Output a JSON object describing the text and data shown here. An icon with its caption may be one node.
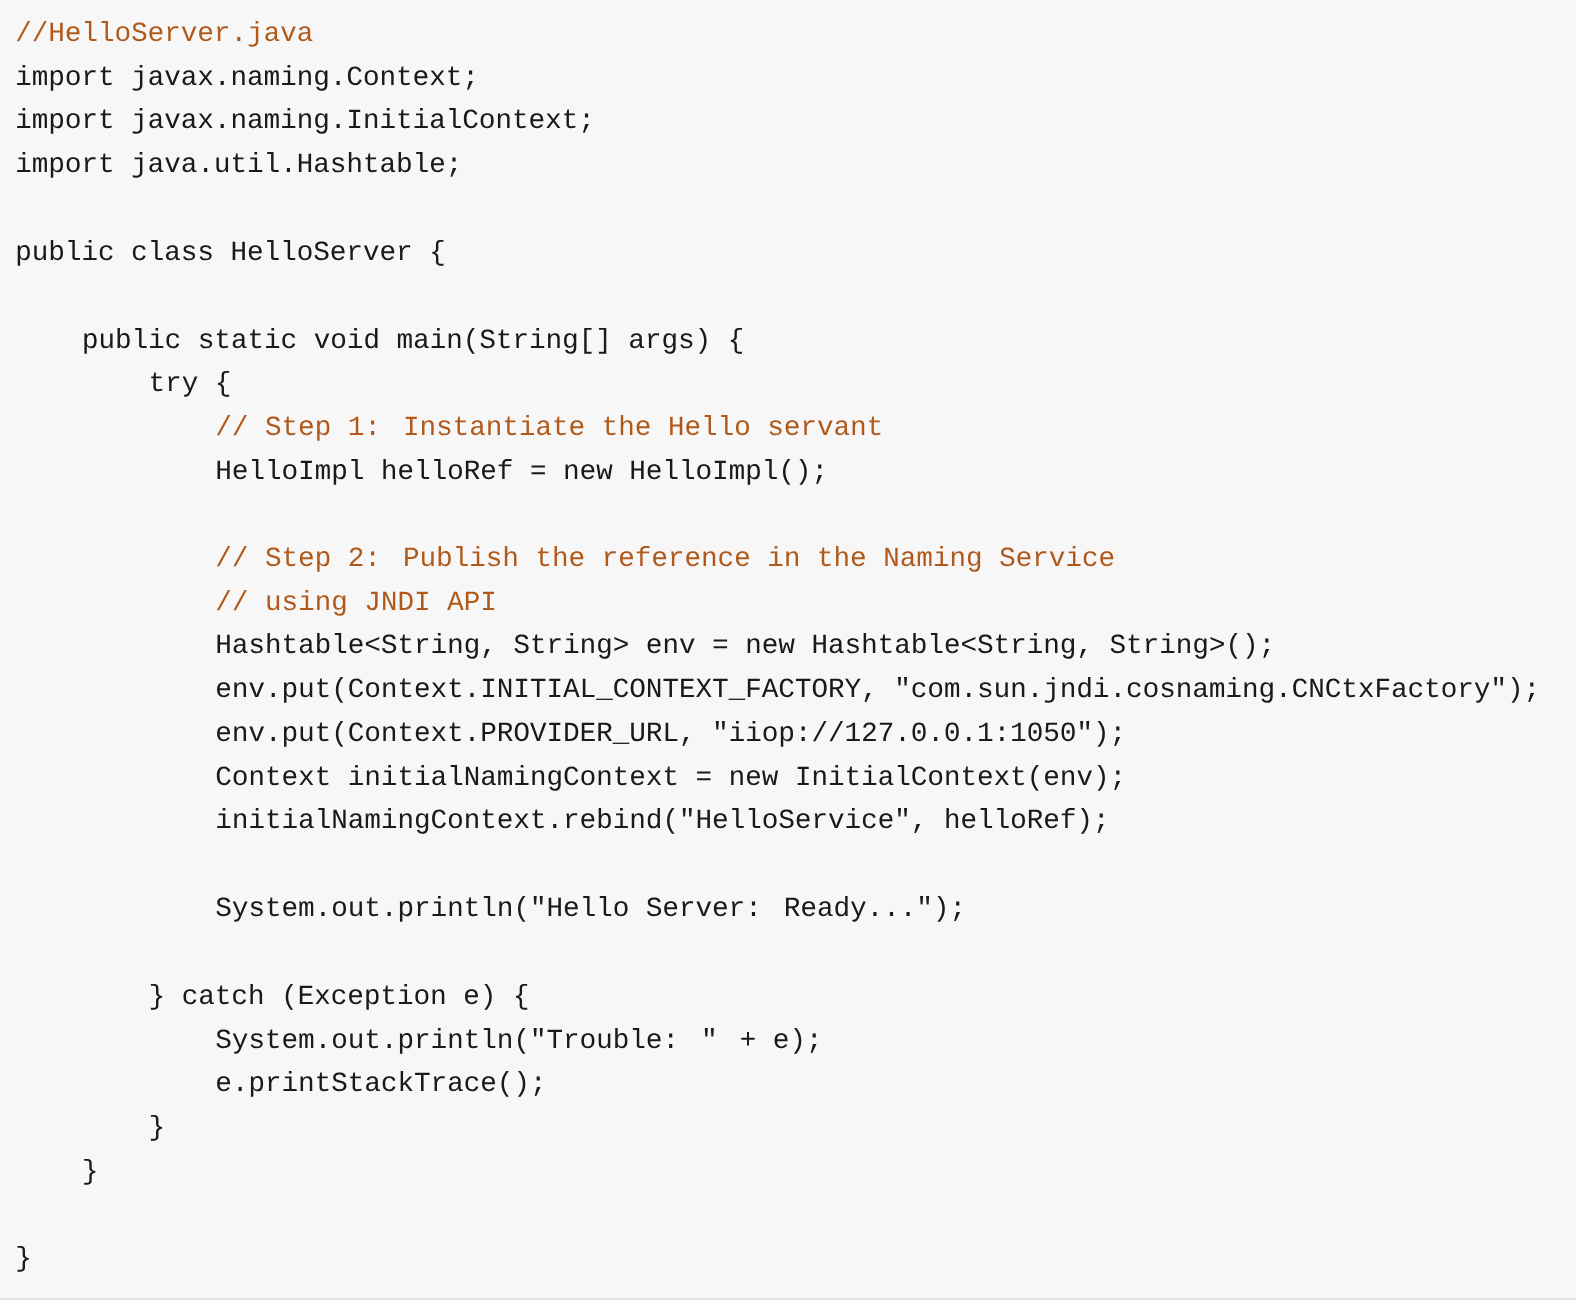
{
  "diagram": {
    "labels": [
      "//HelloServer.java",
      "import javax.naming.Context;",
      "import javax.naming.InitialContext;",
      "import java.util.Hashtable;",
      "public class HelloServer {",
      "public static void main(String[] args) {",
      "try {",
      "// Step 1: Instantiate the Hello servant",
      "HelloImpl helloRef = new HelloImpl();",
      "// Step 2: Publish the reference in the Naming Service",
      "// using JNDI API",
      "Hashtable<String, String> env = new Hashtable<String, String>();",
      "env.put(Context.INITIAL_CONTEXT_FACTORY, \"com.sun.jndi.cosnaming.CNCtxFactory\");",
      "env.put(Context.PROVIDER_URL, \"iiop://127.0.0.1:1050\");",
      "Context initialNamingContext = new InitialContext(env);",
      "initialNamingContext.rebind(\"HelloService\", helloRef);",
      "System.out.println(\"Hello Server: Ready...\");",
      "} catch (Exception e) {",
      "System.out.println(\"Trouble: \" + e);",
      "e.printStackTrace();",
      "}",
      "}",
      "}"
    ]
  }
}
